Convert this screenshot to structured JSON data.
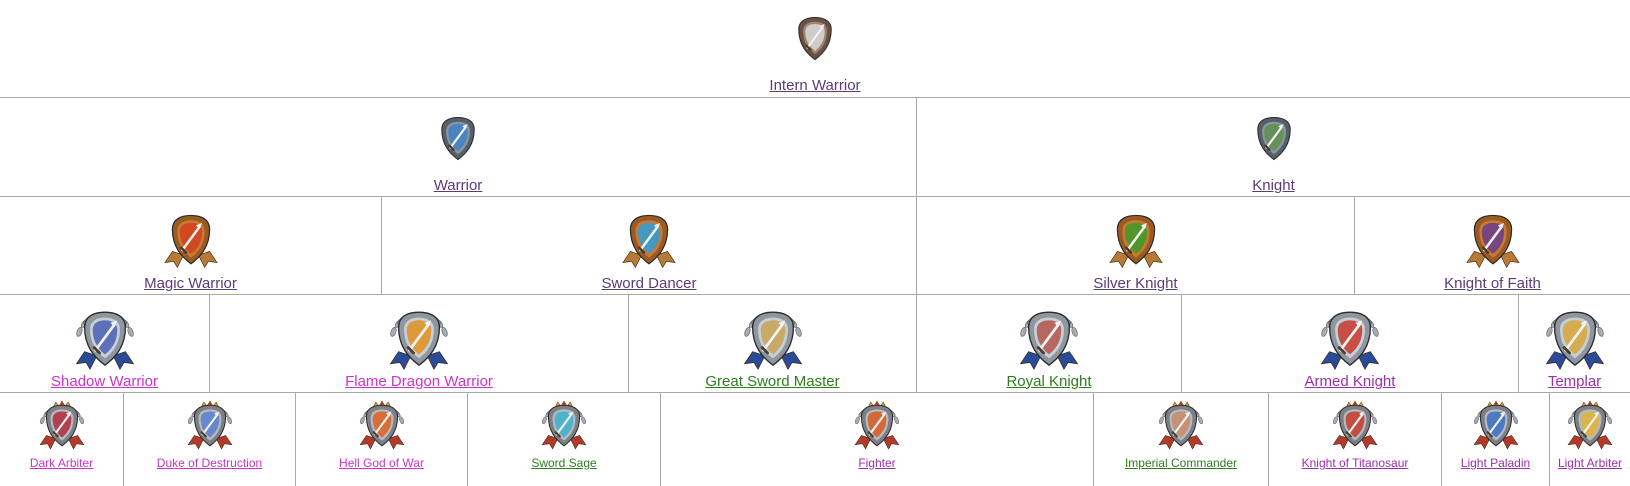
{
  "tiers": [
    {
      "nodes": [
        {
          "label": "Intern Warrior",
          "icon": "dagger-icon",
          "color": "#5c3a78"
        }
      ]
    },
    {
      "nodes": [
        {
          "label": "Warrior",
          "icon": "spear-icon",
          "color": "#5c3a78"
        },
        {
          "label": "Knight",
          "icon": "lance-icon",
          "color": "#5c3a78"
        }
      ]
    },
    {
      "nodes": [
        {
          "label": "Magic Warrior",
          "icon": "flame-sword-icon",
          "color": "#5c3a78"
        },
        {
          "label": "Sword Dancer",
          "icon": "blue-blade-icon",
          "color": "#5c3a78"
        },
        {
          "label": "Silver Knight",
          "icon": "green-beast-icon",
          "color": "#5c3a78"
        },
        {
          "label": "Knight of Faith",
          "icon": "starry-lance-icon",
          "color": "#5c3a78"
        }
      ]
    },
    {
      "nodes": [
        {
          "label": "Shadow Warrior",
          "icon": "shadow-warrior-icon",
          "color": "#cc33cc"
        },
        {
          "label": "Flame Dragon Warrior",
          "icon": "flame-dragon-icon",
          "color": "#cc33cc"
        },
        {
          "label": "Great Sword Master",
          "icon": "great-sword-icon",
          "color": "#2e7d1f"
        },
        {
          "label": "Royal Knight",
          "icon": "royal-knight-icon",
          "color": "#2e7d1f"
        },
        {
          "label": "Armed Knight",
          "icon": "armed-knight-icon",
          "color": "#9b2fae"
        },
        {
          "label": "Templar",
          "icon": "templar-cross-icon",
          "color": "#9b2fae"
        }
      ]
    },
    {
      "nodes": [
        {
          "label": "Dark Arbiter",
          "icon": "dark-arbiter-icon",
          "color": "#cc33cc"
        },
        {
          "label": "Duke of Destruction",
          "icon": "duke-destruction-icon",
          "color": "#cc33cc"
        },
        {
          "label": "Hell God of War",
          "icon": "hell-god-icon",
          "color": "#cc33cc"
        },
        {
          "label": "Sword Sage",
          "icon": "sword-sage-icon",
          "color": "#2e7d1f"
        },
        {
          "label": "Fighter",
          "icon": "fighter-icon",
          "color": "#9b2fae"
        },
        {
          "label": "Imperial Commander",
          "icon": "imperial-commander-icon",
          "color": "#2e7d1f"
        },
        {
          "label": "Knight of Titanosaur",
          "icon": "titanosaur-icon",
          "color": "#9b2fae"
        },
        {
          "label": "Light Paladin",
          "icon": "light-paladin-icon",
          "color": "#9b2fae"
        },
        {
          "label": "Light Arbiter",
          "icon": "light-arbiter-icon",
          "color": "#9b2fae"
        }
      ]
    }
  ]
}
